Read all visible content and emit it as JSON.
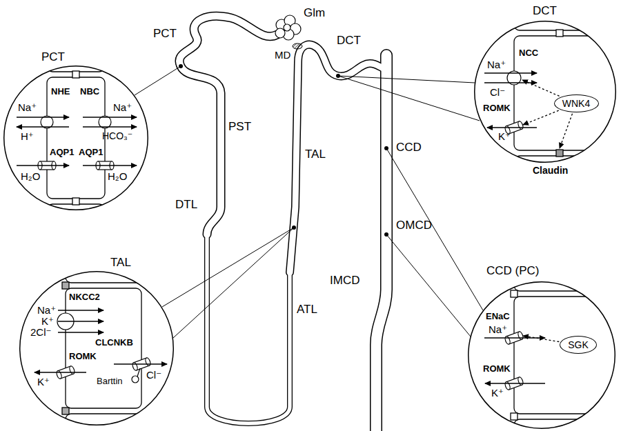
{
  "diagram": {
    "nodes": [
      {
        "text": [
          "PCT"
        ]
      },
      {
        "text": [
          "DCT"
        ]
      },
      {
        "text": [
          "WNK4"
        ],
        "in": 1
      },
      {
        "text": [
          "TAL"
        ]
      },
      {
        "text": [
          "CCD (PC)"
        ]
      },
      {
        "text": [
          "SGK"
        ],
        "in": 4
      }
    ],
    "labels": [
      "PCT",
      "Glm",
      "DCT",
      "MD",
      "PST",
      "TAL",
      "DTL",
      "ATL",
      "CCD",
      "OMCD",
      "IMCD",
      "NHE",
      "NBC",
      "Na⁺",
      "H⁺",
      "Na⁺",
      "HCO₃⁻",
      "AQP1",
      "AQP1",
      "H₂O",
      "H₂O",
      "NCC",
      "Na⁺",
      "Cl⁻",
      "ROMK",
      "K⁺",
      "Claudin",
      "NKCC2",
      "Na⁺",
      "K⁺",
      "2Cl⁻",
      "ROMK",
      "K⁺",
      "CLCNKB",
      "Barttin",
      "Cl⁻",
      "ENaC",
      "Na⁺",
      "ROMK",
      "K⁺"
    ]
  }
}
